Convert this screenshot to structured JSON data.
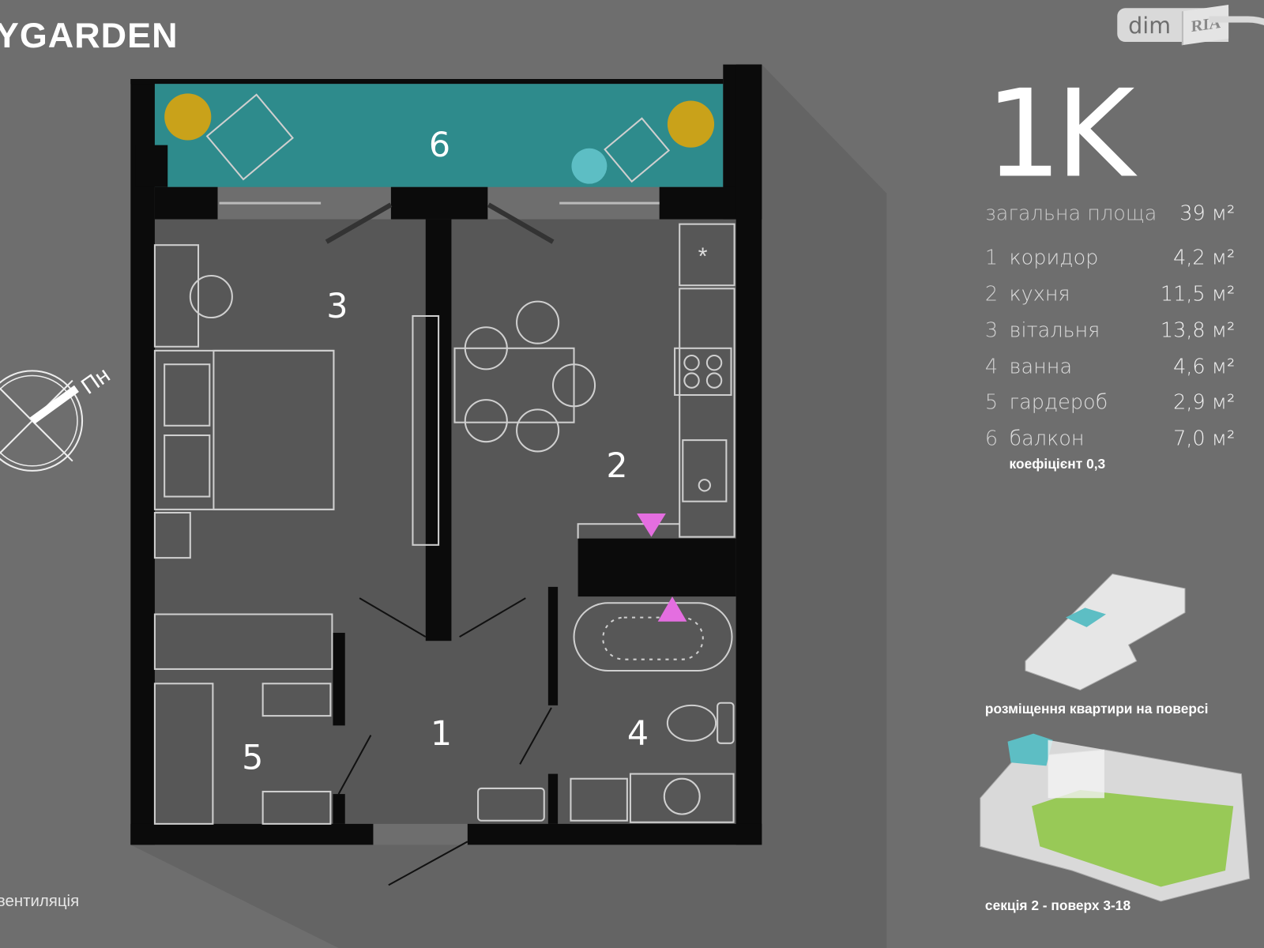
{
  "brand": "YGARDEN",
  "logo": {
    "dim": "dim",
    "ria": "RIA"
  },
  "apartment_type": "1K",
  "total": {
    "label": "загальна площа",
    "value": "39 м²"
  },
  "rooms": [
    {
      "num": "1",
      "name": "коридор",
      "area": "4,2 м²"
    },
    {
      "num": "2",
      "name": "кухня",
      "area": "11,5 м²"
    },
    {
      "num": "3",
      "name": "вітальня",
      "area": "13,8 м²"
    },
    {
      "num": "4",
      "name": "ванна",
      "area": "4,6 м²"
    },
    {
      "num": "5",
      "name": "гардероб",
      "area": "2,9 м²"
    },
    {
      "num": "6",
      "name": "балкон",
      "area": "7,0 м²"
    }
  ],
  "coefficient": "коефіцієнт 0,3",
  "compass_label": "Пн",
  "floor_caption": "розміщення квартири на поверсі",
  "section_caption": "секція 2 - поверх 3-18",
  "ventilation": "вентиляція",
  "colors": {
    "background": "#6e6e6e",
    "balcony": "#2e8b8c",
    "marker": "#e46ee0",
    "highlight": "#5dbec4",
    "courtyard": "#8cc63f"
  }
}
